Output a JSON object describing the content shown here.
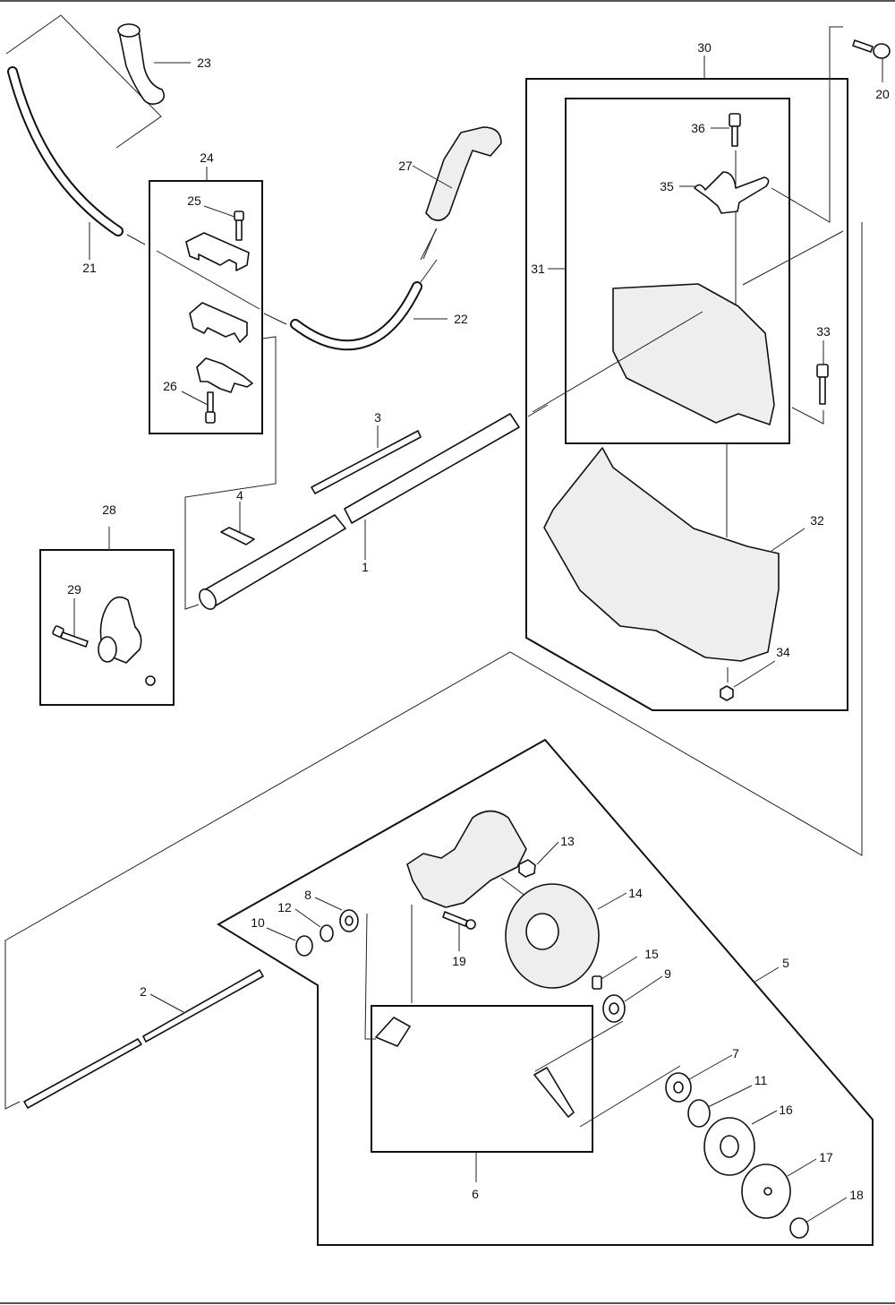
{
  "diagram": {
    "type": "exploded-parts-view",
    "colors": {
      "line": "#111111",
      "background": "#ffffff"
    },
    "callouts": [
      {
        "id": "1",
        "label": "1",
        "part": "shaft-tube"
      },
      {
        "id": "2",
        "label": "2",
        "part": "drive-shaft"
      },
      {
        "id": "3",
        "label": "3",
        "part": "label-long"
      },
      {
        "id": "4",
        "label": "4",
        "part": "label-short"
      },
      {
        "id": "5",
        "label": "5",
        "part": "gear-case-assembly"
      },
      {
        "id": "6",
        "label": "6",
        "part": "gear-assembly"
      },
      {
        "id": "7",
        "label": "7",
        "part": "ball-bearing"
      },
      {
        "id": "8",
        "label": "8",
        "part": "ball-bearing"
      },
      {
        "id": "9",
        "label": "9",
        "part": "ball-bearing"
      },
      {
        "id": "10",
        "label": "10",
        "part": "retaining-ring"
      },
      {
        "id": "11",
        "label": "11",
        "part": "retaining-ring"
      },
      {
        "id": "12",
        "label": "12",
        "part": "retaining-ring"
      },
      {
        "id": "13",
        "label": "13",
        "part": "plug-bolt"
      },
      {
        "id": "14",
        "label": "14",
        "part": "guard-plate"
      },
      {
        "id": "15",
        "label": "15",
        "part": "screw"
      },
      {
        "id": "16",
        "label": "16",
        "part": "receive-washer"
      },
      {
        "id": "17",
        "label": "17",
        "part": "protector-cup"
      },
      {
        "id": "18",
        "label": "18",
        "part": "nut"
      },
      {
        "id": "19",
        "label": "19",
        "part": "hex-socket-bolt"
      },
      {
        "id": "20",
        "label": "20",
        "part": "hex-socket-bolt"
      },
      {
        "id": "21",
        "label": "21",
        "part": "handle-pipe"
      },
      {
        "id": "22",
        "label": "22",
        "part": "handle-pipe"
      },
      {
        "id": "23",
        "label": "23",
        "part": "grip"
      },
      {
        "id": "24",
        "label": "24",
        "part": "handle-holder-set"
      },
      {
        "id": "25",
        "label": "25",
        "part": "screw"
      },
      {
        "id": "26",
        "label": "26",
        "part": "screw"
      },
      {
        "id": "27",
        "label": "27",
        "part": "throttle-grip"
      },
      {
        "id": "28",
        "label": "28",
        "part": "hanger-set"
      },
      {
        "id": "29",
        "label": "29",
        "part": "bolt"
      },
      {
        "id": "30",
        "label": "30",
        "part": "protector-assembly"
      },
      {
        "id": "31",
        "label": "31",
        "part": "protector"
      },
      {
        "id": "32",
        "label": "32",
        "part": "protector-extension"
      },
      {
        "id": "33",
        "label": "33",
        "part": "screw"
      },
      {
        "id": "34",
        "label": "34",
        "part": "nut"
      },
      {
        "id": "35",
        "label": "35",
        "part": "clamp"
      },
      {
        "id": "36",
        "label": "36",
        "part": "screw"
      }
    ]
  }
}
